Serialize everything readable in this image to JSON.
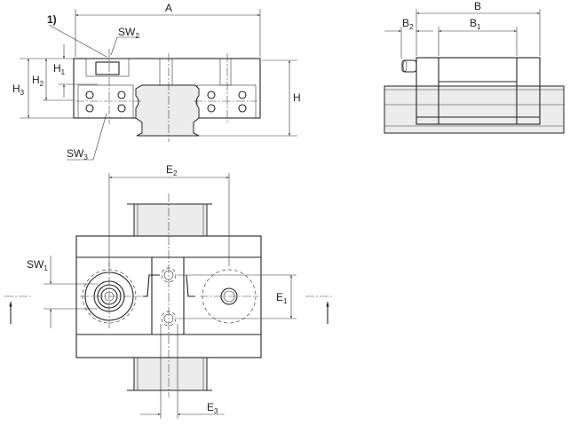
{
  "labels": {
    "A": {
      "main": "A"
    },
    "H": {
      "main": "H"
    },
    "H1": {
      "main": "H",
      "sub": "1"
    },
    "H2": {
      "main": "H",
      "sub": "2"
    },
    "H3": {
      "main": "H",
      "sub": "3"
    },
    "SW1": {
      "main": "SW",
      "sub": "1"
    },
    "SW2": {
      "main": "SW",
      "sub": "2"
    },
    "SW3": {
      "main": "SW",
      "sub": "3"
    },
    "B": {
      "main": "B"
    },
    "B1": {
      "main": "B",
      "sub": "1"
    },
    "B2": {
      "main": "B",
      "sub": "2"
    },
    "E1": {
      "main": "E",
      "sub": "1"
    },
    "E2": {
      "main": "E",
      "sub": "2"
    },
    "E3": {
      "main": "E",
      "sub": "3"
    },
    "note": "1)"
  },
  "colors": {
    "line": "#222222",
    "rail_fill": "#ececec"
  }
}
